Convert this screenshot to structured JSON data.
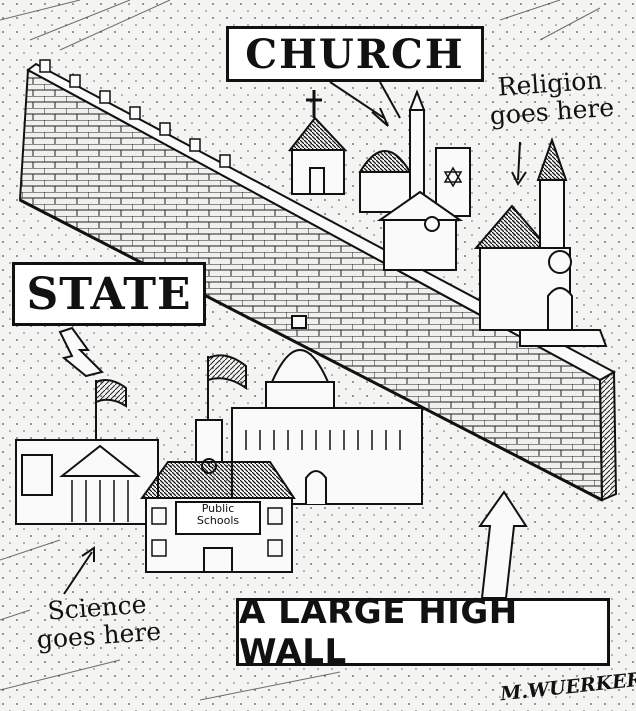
{
  "labels": {
    "church": "CHURCH",
    "state": "STATE",
    "wall": "A LARGE HIGH WALL"
  },
  "notes": {
    "religion_line1": "Religion",
    "religion_line2": "goes here",
    "science_line1": "Science",
    "science_line2": "goes here"
  },
  "school_sign": {
    "line1": "Public",
    "line2": "Schools"
  },
  "signature": "M.WUERKER",
  "icons": [
    "arrow-icon",
    "cross-icon",
    "star-of-david-icon",
    "flag-icon",
    "clock-icon"
  ],
  "colors": {
    "ink": "#111111",
    "paper": "#f4f4f2",
    "label_bg": "#ffffff"
  }
}
